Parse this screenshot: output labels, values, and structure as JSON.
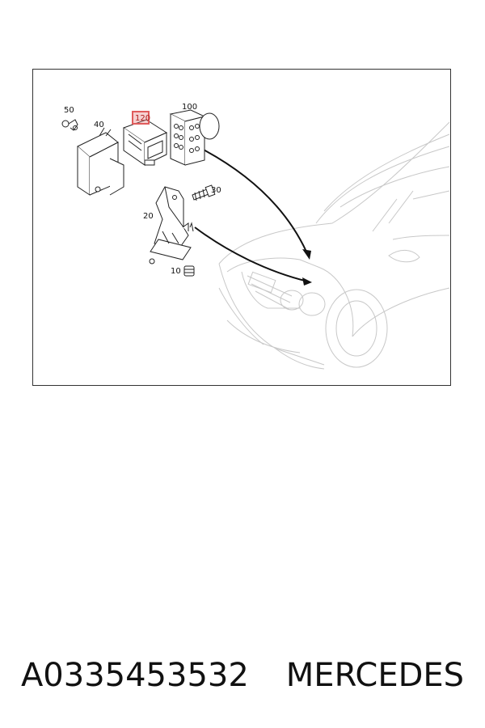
{
  "diagram": {
    "callouts": {
      "c50": "50",
      "c40": "40",
      "c120": "120",
      "c100": "100",
      "c30": "30",
      "c20": "20",
      "c10": "10"
    },
    "highlighted_callout": "120",
    "highlight_color": "#e05c5c"
  },
  "caption": {
    "part_number": "A0335453532",
    "brand": "MERCEDES"
  }
}
